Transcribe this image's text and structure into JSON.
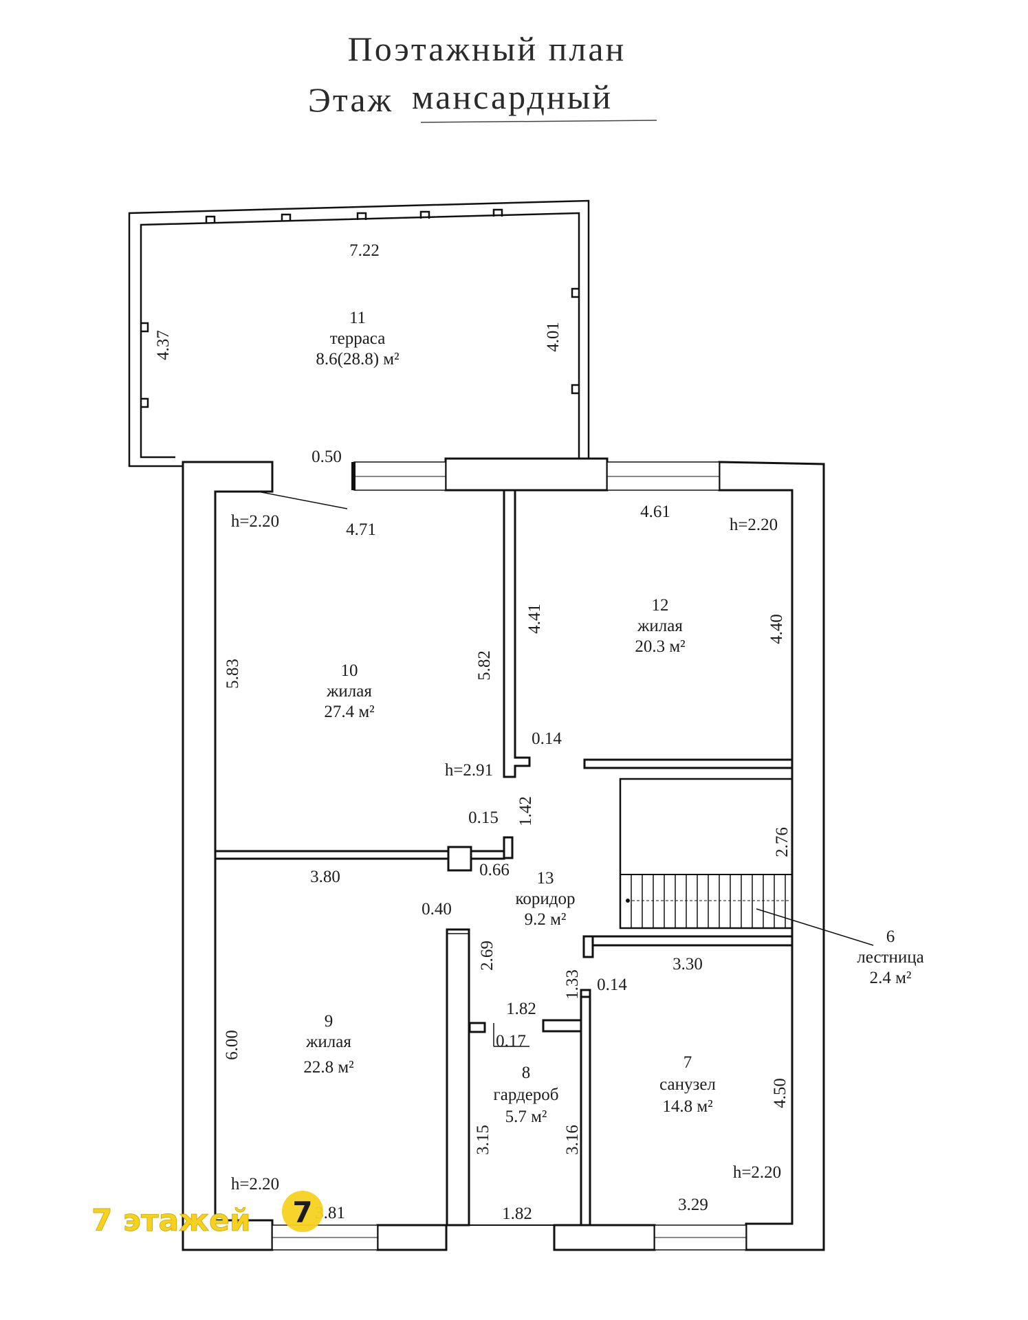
{
  "title": {
    "line1": "Поэтажный план",
    "line2_prefix": "Этаж",
    "line2_value": "мансардный"
  },
  "rooms": [
    {
      "key": "terrace",
      "number": "11",
      "name": "терраса",
      "area": "8.6(28.8) м²"
    },
    {
      "key": "room10",
      "number": "10",
      "name": "жилая",
      "area": "27.4 м²"
    },
    {
      "key": "room12",
      "number": "12",
      "name": "жилая",
      "area": "20.3 м²"
    },
    {
      "key": "room13",
      "number": "13",
      "name": "коридор",
      "area": "9.2 м²"
    },
    {
      "key": "room9",
      "number": "9",
      "name": "жилая",
      "area": "22.8 м²"
    },
    {
      "key": "room8",
      "number": "8",
      "name": "гардероб",
      "area": "5.7 м²"
    },
    {
      "key": "room7",
      "number": "7",
      "name": "санузел",
      "area": "14.8 м²"
    },
    {
      "key": "room6",
      "number": "6",
      "name": "лестница",
      "area": "2.4 м²"
    }
  ],
  "dimensions": {
    "terrace_width": "7.22",
    "terrace_left": "4.37",
    "terrace_right": "4.01",
    "wall_050": "0.50",
    "room10_top": "4.71",
    "room10_left": "5.83",
    "room10_right": "5.82",
    "room12_top": "4.61",
    "room12_left": "4.41",
    "room12_right": "4.40",
    "nib_014_a": "0.14",
    "corridor_142": "1.42",
    "nib_015": "0.15",
    "nib_066": "0.66",
    "room9_top": "3.80",
    "stair_276": "2.76",
    "nib_040": "0.40",
    "corridor_269": "2.69",
    "bath_top": "3.30",
    "corridor_133": "1.33",
    "nib_014_b": "0.14",
    "ward_top": "1.82",
    "nib_017": "0.17",
    "room9_left": "6.00",
    "ward_left": "3.15",
    "ward_right": "3.16",
    "bath_right": "4.50",
    "room9_bottom": "3.81",
    "ward_bottom": "1.82",
    "bath_bottom": "3.29"
  },
  "heights": {
    "room10": "h=2.20",
    "room12": "h=2.20",
    "corridor": "h=2.91",
    "room9": "h=2.20",
    "room7": "h=2.20"
  },
  "watermark": {
    "text": "7 этажей",
    "logo_digit": "7",
    "color": "#f6d21f"
  }
}
